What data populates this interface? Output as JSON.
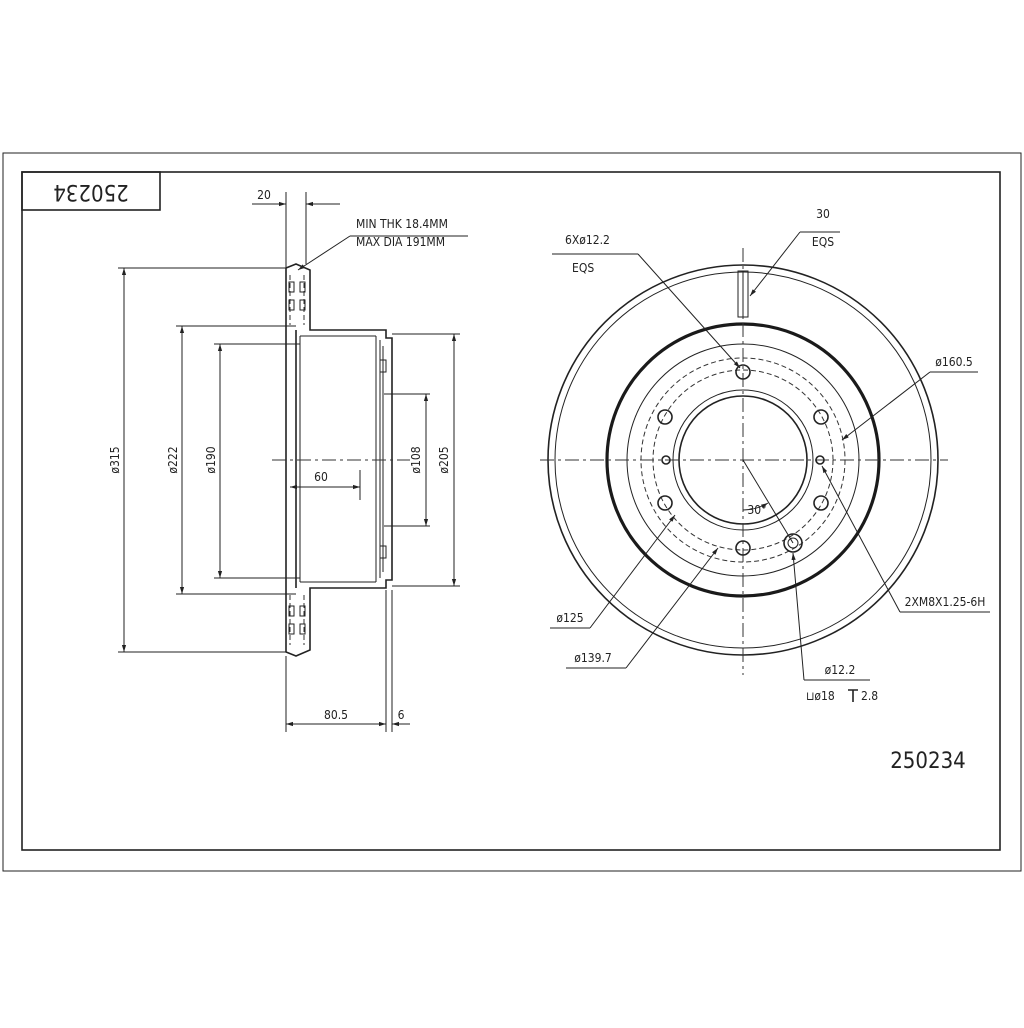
{
  "part_number_top": "250234",
  "part_number_bottom": "250234",
  "side_view": {
    "dim_width_top": "20",
    "note_min_thk": "MIN THK 18.4MM",
    "note_max_dia": "MAX DIA 191MM",
    "dia_315": "ø315",
    "dia_222": "ø222",
    "dia_190": "ø190",
    "dim_60": "60",
    "dia_108": "ø108",
    "dia_205": "ø205",
    "dim_80_5": "80.5",
    "dim_6": "6"
  },
  "front_view": {
    "holes_label": "6Xø12.2",
    "holes_eqs": "EQS",
    "angle_30_top": "30",
    "angle_eqs_top": "EQS",
    "dia_160_5": "ø160.5",
    "thread_label": "2XM8X1.25-6H",
    "angle_30_inner": "30°",
    "dia_125": "ø125",
    "dia_139_7": "ø139.7",
    "hole_dia": "ø12.2",
    "counterbore": "⊔ø18",
    "depth": "2.8"
  }
}
